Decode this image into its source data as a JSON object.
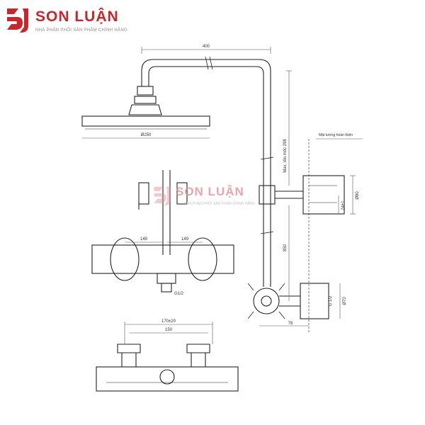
{
  "brand": {
    "name": "SON LUẬN",
    "tagline": "NHÀ PHÂN PHỐI SẢN PHẨM CHÍNH HÃNG",
    "color": "#c9252c"
  },
  "watermark": {
    "name": "SON LUẬN",
    "tagline": "NHÀ PHÂN PHỐI SẢN PHẨM CHÍNH HÃNG"
  },
  "dimensions": {
    "arm_length": "400",
    "head_diameter": "Ø250",
    "max_height": "Max. lên mốc 298",
    "wall_note": "Mặt tường hoàn thiện",
    "bracket_spacing": "Ø80",
    "bracket_depth": "24±1",
    "riser_height": "850",
    "valve_spacing_left": "149",
    "valve_spacing_right": "149",
    "outlet_thread": "G1/2",
    "bottom_offset": "78",
    "connector_height": "Ø70",
    "inlet_thread": "G 1/2",
    "inlet_range": "170±20",
    "inlet_spacing": "150"
  }
}
